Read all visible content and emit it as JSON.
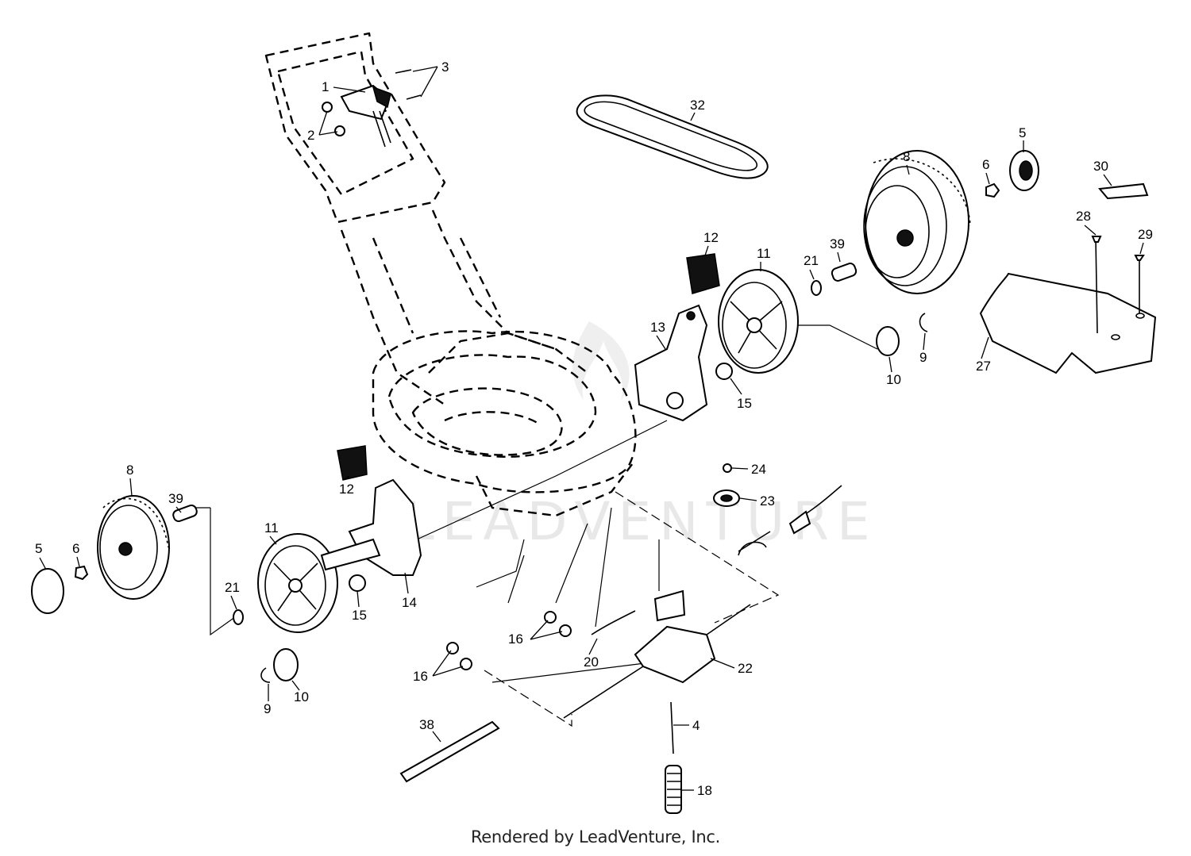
{
  "diagram": {
    "footer": "Rendered by LeadVenture, Inc.",
    "watermark": "LEADVENTURE",
    "callouts": {
      "c1": "1",
      "c2": "2",
      "c3": "3",
      "c4": "4",
      "c5_right": "5",
      "c5_left": "5",
      "c6_right": "6",
      "c6_left": "6",
      "c8_right": "8",
      "c8_left": "8",
      "c9_right": "9",
      "c9_left": "9",
      "c10_right": "10",
      "c10_left": "10",
      "c11_right": "11",
      "c11_left": "11",
      "c12_right": "12",
      "c12_left": "12",
      "c13": "13",
      "c14": "14",
      "c15_right": "15",
      "c15_left": "15",
      "c16_right": "16",
      "c16_left": "16",
      "c18": "18",
      "c20": "20",
      "c21_right": "21",
      "c21_left": "21",
      "c22": "22",
      "c23": "23",
      "c24": "24",
      "c27": "27",
      "c28": "28",
      "c29": "29",
      "c30": "30",
      "c32": "32",
      "c38": "38",
      "c39_right": "39",
      "c39_left": "39"
    }
  }
}
